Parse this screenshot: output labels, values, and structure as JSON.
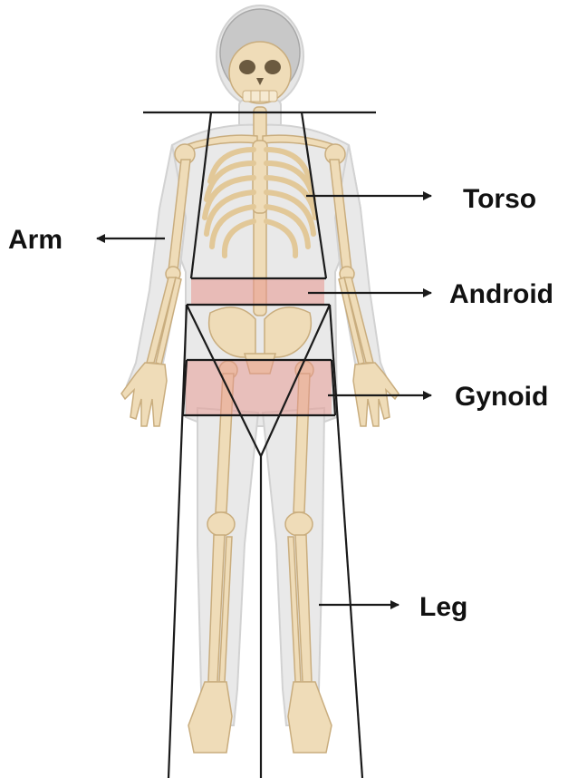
{
  "labels": {
    "torso": "Torso",
    "arm": "Arm",
    "android": "Android",
    "gynoid": "Gynoid",
    "leg": "Leg"
  },
  "colors": {
    "background": "#ffffff",
    "bone": "#efdcb8",
    "bone_outline": "#c9ad7e",
    "body_silhouette": "#e8e8e8",
    "body_outline": "#cfcfcf",
    "skull": "#c9c9c9",
    "region_fill": "#e7958e",
    "line": "#1a1a1a"
  },
  "icons": {
    "figure": "human-skeleton-icon"
  }
}
